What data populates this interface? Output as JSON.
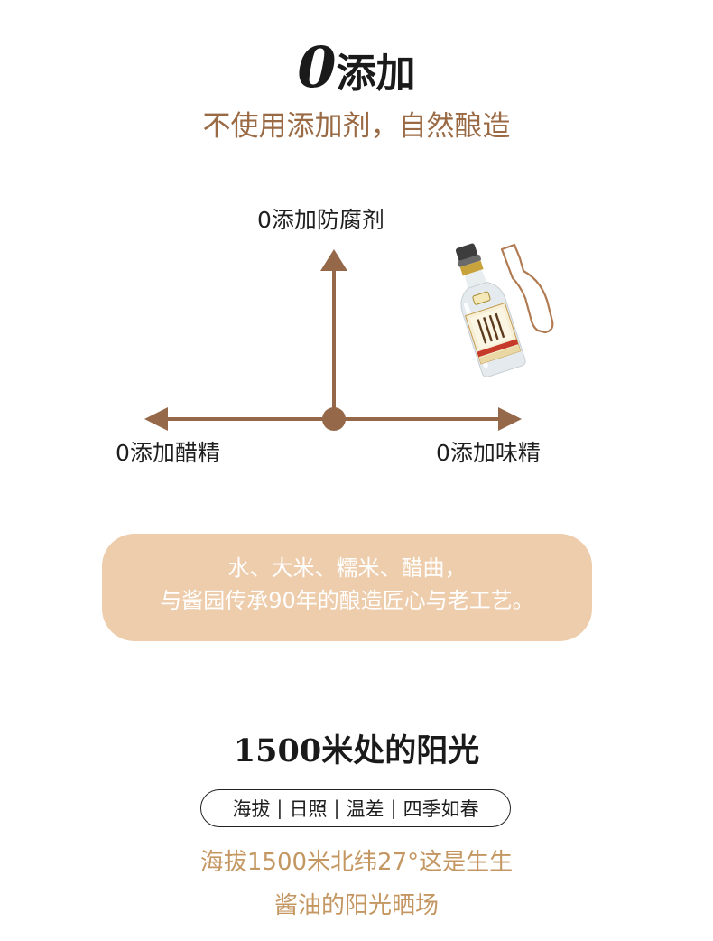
{
  "section1": {
    "title_zero": "0",
    "title_rest": "添加",
    "subtitle": "不使用添加剂，自然酿造"
  },
  "diagram": {
    "top_label": "0添加防腐剂",
    "left_label": "0添加醋精",
    "right_label": "0添加味精",
    "color": "#95684a"
  },
  "pill": {
    "line1": "水、大米、糯米、醋曲，",
    "line2": "与酱园传承90年的酿造匠心与老工艺。",
    "bg_color": "#eecdad"
  },
  "section2": {
    "title": "1500米处的阳光",
    "tags": [
      "海拔",
      "日照",
      "温差",
      "四季如春"
    ],
    "tag_separator": "|",
    "desc_line1": "海拔1500米北纬27°这是生生",
    "desc_line2": "酱油的阳光晒场"
  }
}
